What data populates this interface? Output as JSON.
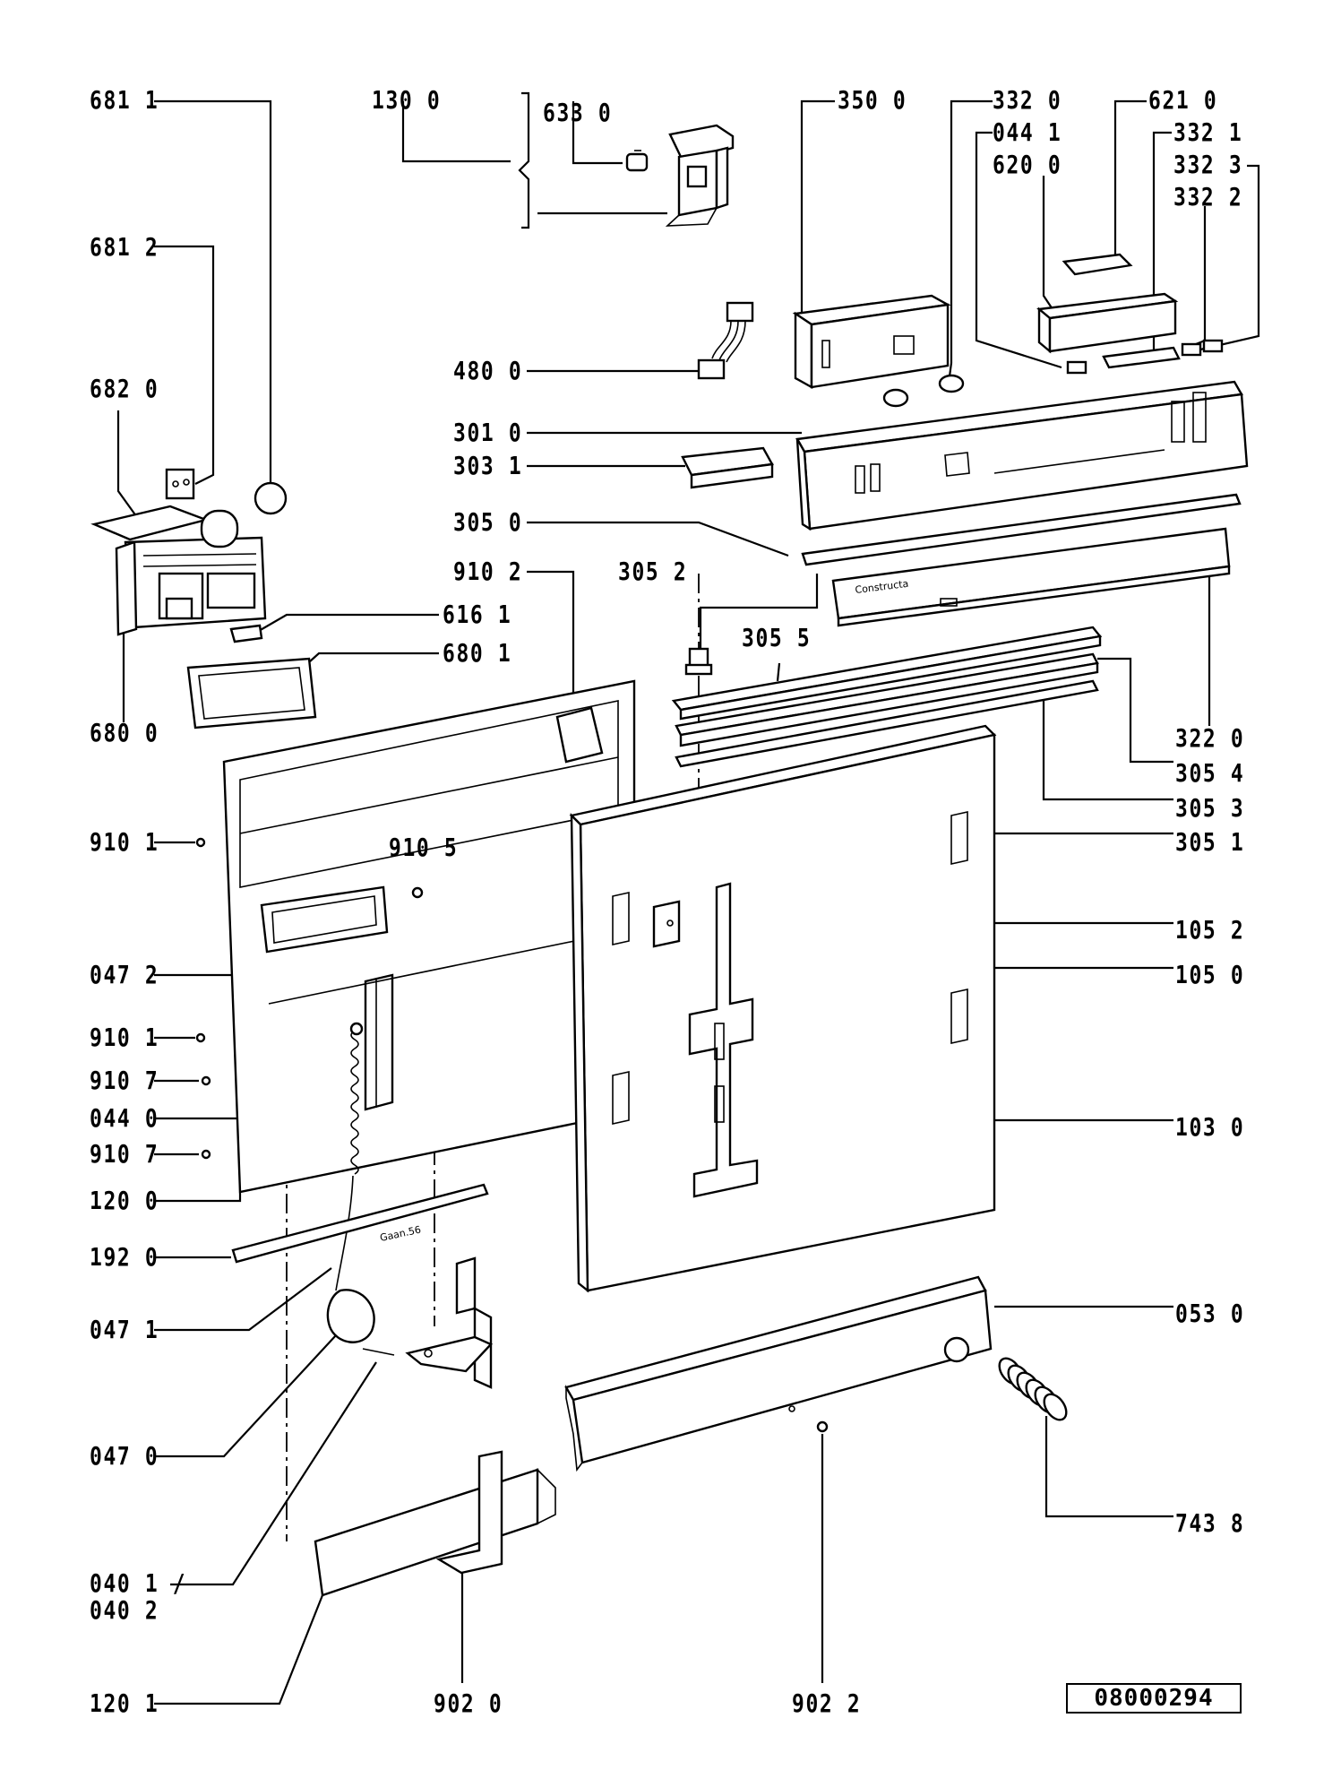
{
  "labels": [
    {
      "id": "681-1",
      "text": "681 1"
    },
    {
      "id": "681-2",
      "text": "681 2"
    },
    {
      "id": "682-0",
      "text": "682 0"
    },
    {
      "id": "680-0",
      "text": "680 0"
    },
    {
      "id": "616-1",
      "text": "616 1"
    },
    {
      "id": "680-1",
      "text": "680 1"
    },
    {
      "id": "130-0",
      "text": "130 0"
    },
    {
      "id": "633-0",
      "text": "633 0"
    },
    {
      "id": "480-0",
      "text": "480 0"
    },
    {
      "id": "301-0",
      "text": "301 0"
    },
    {
      "id": "303-1",
      "text": "303 1"
    },
    {
      "id": "305-0",
      "text": "305 0"
    },
    {
      "id": "910-2",
      "text": "910 2"
    },
    {
      "id": "305-2",
      "text": "305 2"
    },
    {
      "id": "305-5",
      "text": "305 5"
    },
    {
      "id": "350-0",
      "text": "350 0"
    },
    {
      "id": "332-0",
      "text": "332 0"
    },
    {
      "id": "044-1",
      "text": "044 1"
    },
    {
      "id": "620-0",
      "text": "620 0"
    },
    {
      "id": "621-0",
      "text": "621 0"
    },
    {
      "id": "332-1",
      "text": "332 1"
    },
    {
      "id": "332-3",
      "text": "332 3"
    },
    {
      "id": "332-2",
      "text": "332 2"
    },
    {
      "id": "322-0",
      "text": "322 0"
    },
    {
      "id": "305-4",
      "text": "305 4"
    },
    {
      "id": "305-3",
      "text": "305 3"
    },
    {
      "id": "305-1",
      "text": "305 1"
    },
    {
      "id": "105-2",
      "text": "105 2"
    },
    {
      "id": "105-0",
      "text": "105 0"
    },
    {
      "id": "103-0",
      "text": "103 0"
    },
    {
      "id": "053-0",
      "text": "053 0"
    },
    {
      "id": "743-8",
      "text": "743 8"
    },
    {
      "id": "910-1a",
      "text": "910 1"
    },
    {
      "id": "910-5",
      "text": "910 5"
    },
    {
      "id": "047-2",
      "text": "047 2"
    },
    {
      "id": "910-1b",
      "text": "910 1"
    },
    {
      "id": "910-7a",
      "text": "910 7"
    },
    {
      "id": "044-0",
      "text": "044 0"
    },
    {
      "id": "910-7b",
      "text": "910 7"
    },
    {
      "id": "120-0",
      "text": "120 0"
    },
    {
      "id": "192-0",
      "text": "192 0"
    },
    {
      "id": "047-1",
      "text": "047 1"
    },
    {
      "id": "047-0",
      "text": "047 0"
    },
    {
      "id": "040-1",
      "text": "040 1 /"
    },
    {
      "id": "040-2",
      "text": "040 2"
    },
    {
      "id": "120-1",
      "text": "120 1"
    },
    {
      "id": "902-0",
      "text": "902 0"
    },
    {
      "id": "902-2",
      "text": "902 2"
    }
  ],
  "part_text": {
    "brand_mark": "Constructa",
    "rail_mark": "Gaan.56"
  },
  "document_number": "08000294"
}
